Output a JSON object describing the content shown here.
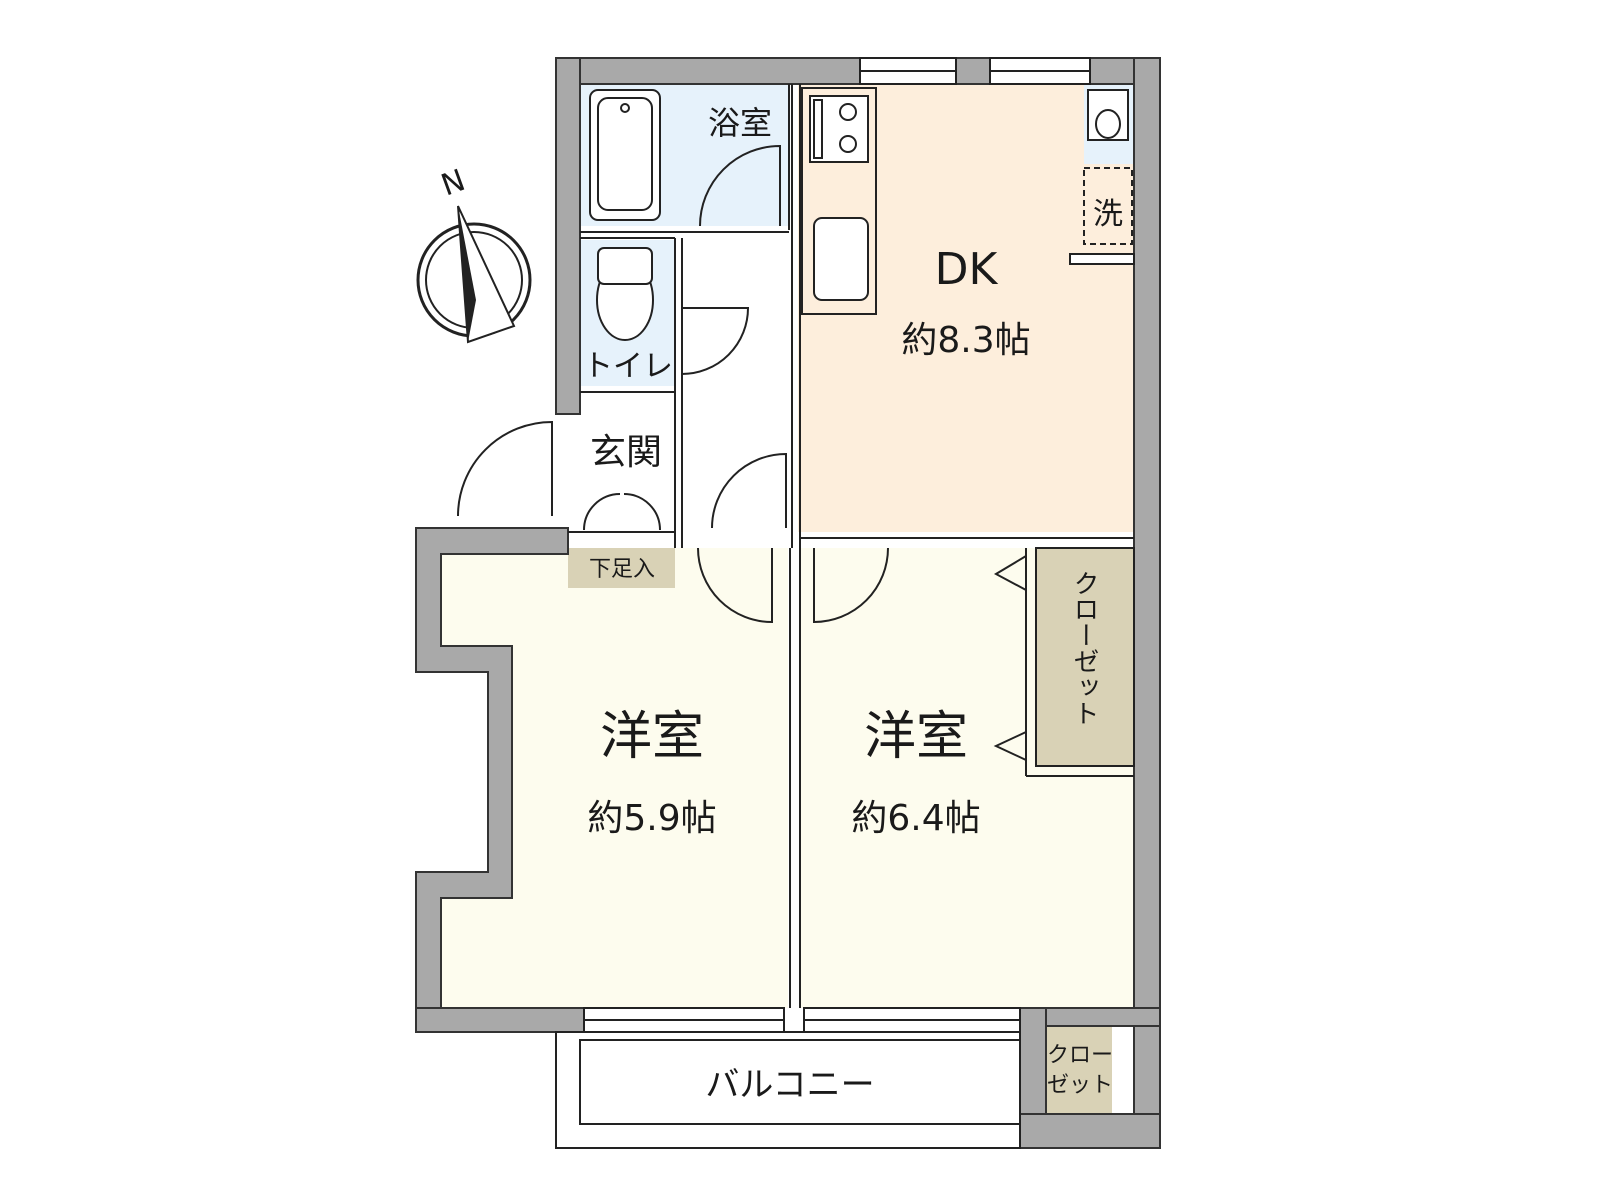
{
  "rooms": {
    "bath": "浴室",
    "toilet": "トイレ",
    "entrance": "玄関",
    "shoe_cabinet": "下足入",
    "dk": {
      "name": "DK",
      "size": "約8.3帖"
    },
    "washer": "洗",
    "western1": {
      "name": "洋室",
      "size": "約5.9帖"
    },
    "western2": {
      "name": "洋室",
      "size": "約6.4帖"
    },
    "closet_vertical": "クローゼット",
    "closet_small_line1": "クロー",
    "closet_small_line2": "ゼット",
    "balcony": "バルコニー"
  },
  "compass": {
    "north_label": "N",
    "icon": "north-arrow-icon"
  },
  "colors": {
    "wall": "#a9a9a9",
    "bath": "#e6f2fb",
    "dk": "#fdeedc",
    "western": "#fdfcee",
    "closet": "#d9d2b6"
  }
}
